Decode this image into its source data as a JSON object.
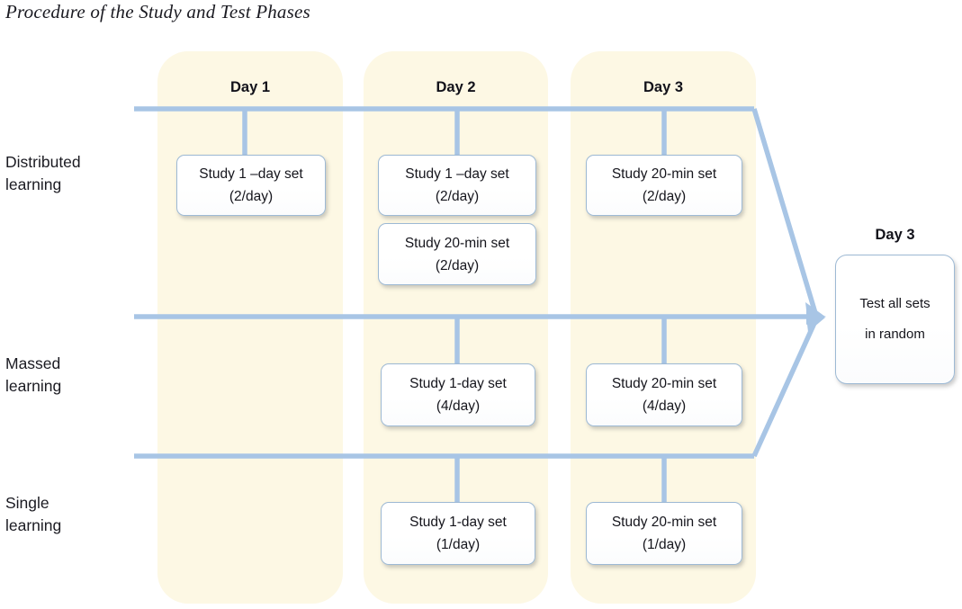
{
  "title": "Procedure of the Study and Test Phases",
  "columns": [
    {
      "id": "day-1",
      "header": "Day 1"
    },
    {
      "id": "day-2",
      "header": "Day 2"
    },
    {
      "id": "day-3",
      "header": "Day 3"
    }
  ],
  "rows": [
    {
      "id": "distributed",
      "label_line1": "Distributed",
      "label_line2": "learning"
    },
    {
      "id": "massed",
      "label_line1": "Massed",
      "label_line2": "learning"
    },
    {
      "id": "single",
      "label_line1": "Single",
      "label_line2": "learning"
    }
  ],
  "boxes": {
    "distributed_day1": {
      "line1": "Study 1 –day set",
      "line2": "(2/day)"
    },
    "distributed_day2_a": {
      "line1": "Study 1 –day set",
      "line2": "(2/day)"
    },
    "distributed_day2_b": {
      "line1": "Study 20-min set",
      "line2": "(2/day)"
    },
    "distributed_day3": {
      "line1": "Study 20-min set",
      "line2": "(2/day)"
    },
    "massed_day2": {
      "line1": "Study 1-day set",
      "line2": "(4/day)"
    },
    "massed_day3": {
      "line1": "Study 20-min set",
      "line2": "(4/day)"
    },
    "single_day2": {
      "line1": "Study 1-day set",
      "line2": "(1/day)"
    },
    "single_day3": {
      "line1": "Study 20-min set",
      "line2": "(1/day)"
    }
  },
  "test": {
    "day_label": "Day 3",
    "line1": "Test all sets",
    "line2": "in random"
  },
  "colors": {
    "column_background": "#fdf8e4",
    "connector_line": "#a8c5e5",
    "box_border": "#9db9d4",
    "box_background": "#ffffff",
    "text": "#15151c",
    "page_background": "#ffffff"
  }
}
